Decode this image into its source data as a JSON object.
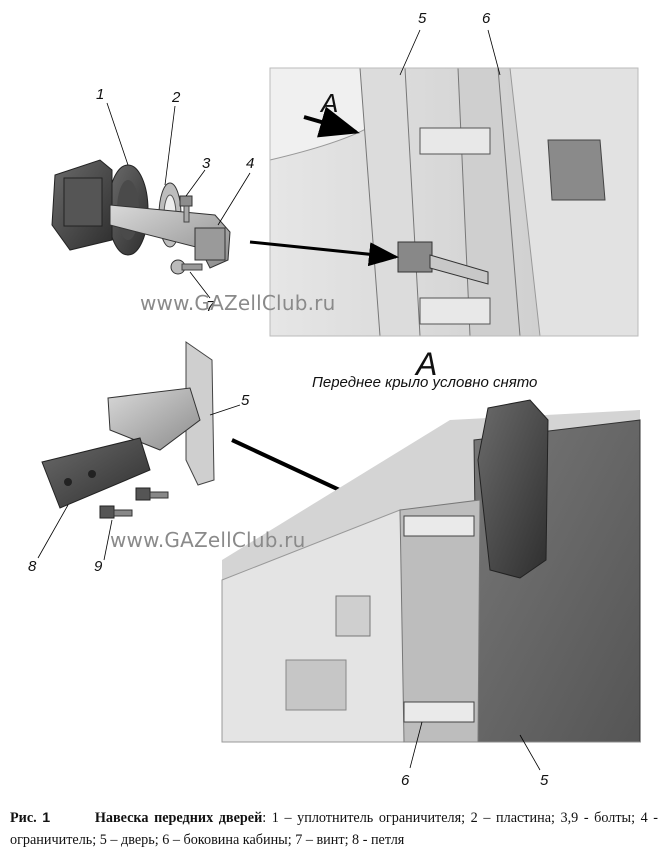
{
  "labels": {
    "top_1": "1",
    "top_2": "2",
    "top_3": "3",
    "top_4": "4",
    "top_5": "5",
    "top_6": "6",
    "top_7": "7",
    "mid_5": "5",
    "mid_8": "8",
    "mid_9": "9",
    "bot_6": "6",
    "bot_5": "5",
    "callout_a": "A"
  },
  "watermark": {
    "text_top": "www.GAZellClub.ru",
    "text_mid": "www.GAZellClub.ru"
  },
  "view_a": {
    "title": "A",
    "note": "Переднее крыло условно снято"
  },
  "caption": {
    "fig_prefix": "Рис.",
    "fig_number": "1",
    "title": "Навеска передних дверей",
    "text": ": 1 – уплотнитель ограничителя; 2 – пластина; 3,9 - болты; 4 - ограничитель; 5 – дверь; 6 – боковина кабины; 7 – винт; 8 - петля"
  }
}
